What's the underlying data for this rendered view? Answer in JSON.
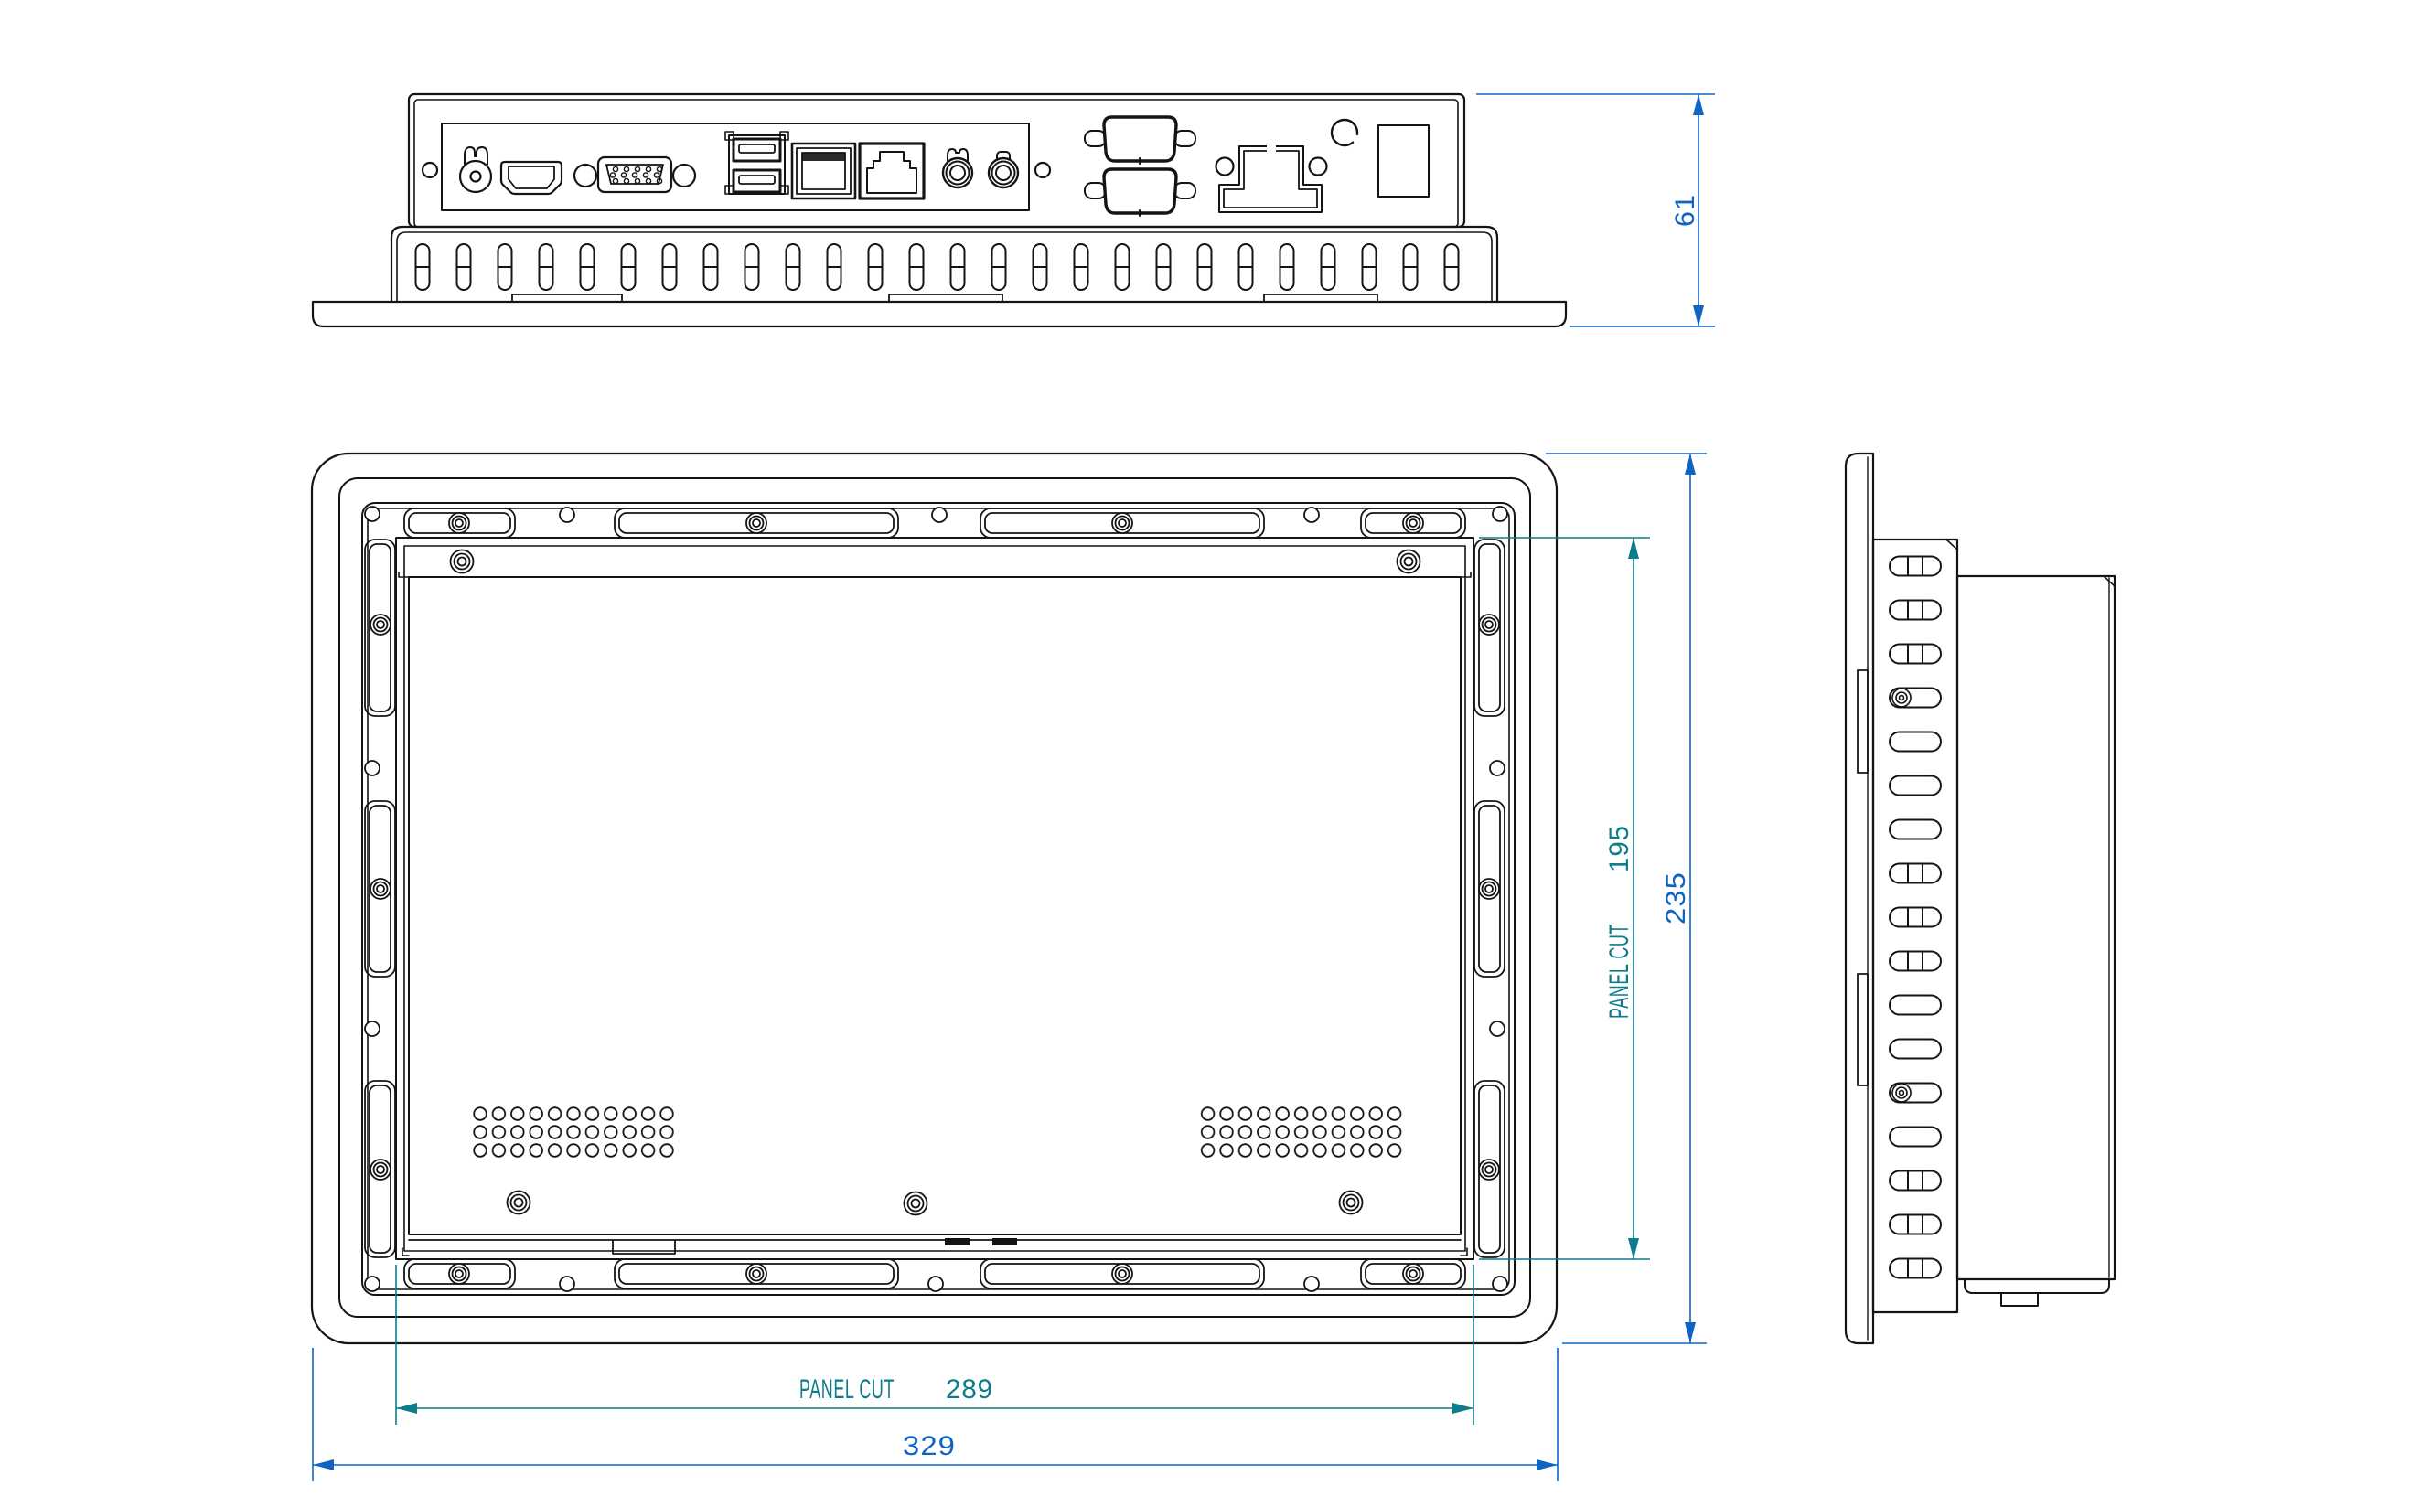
{
  "page": {
    "background": "#ffffff"
  },
  "drawing": {
    "type": "mechanical-engineering-drawing",
    "subject": "panel-pc-outline-drawing",
    "line_color": "#141414",
    "dim_colors": {
      "overall": "#0f63c4",
      "panel_cut": "#0d7d8c"
    },
    "dims": {
      "depth": "61",
      "width": "329",
      "height": "235",
      "panel_cut_label": "PANEL CUT",
      "panel_cut_width": "289",
      "panel_cut_height": "195"
    }
  }
}
